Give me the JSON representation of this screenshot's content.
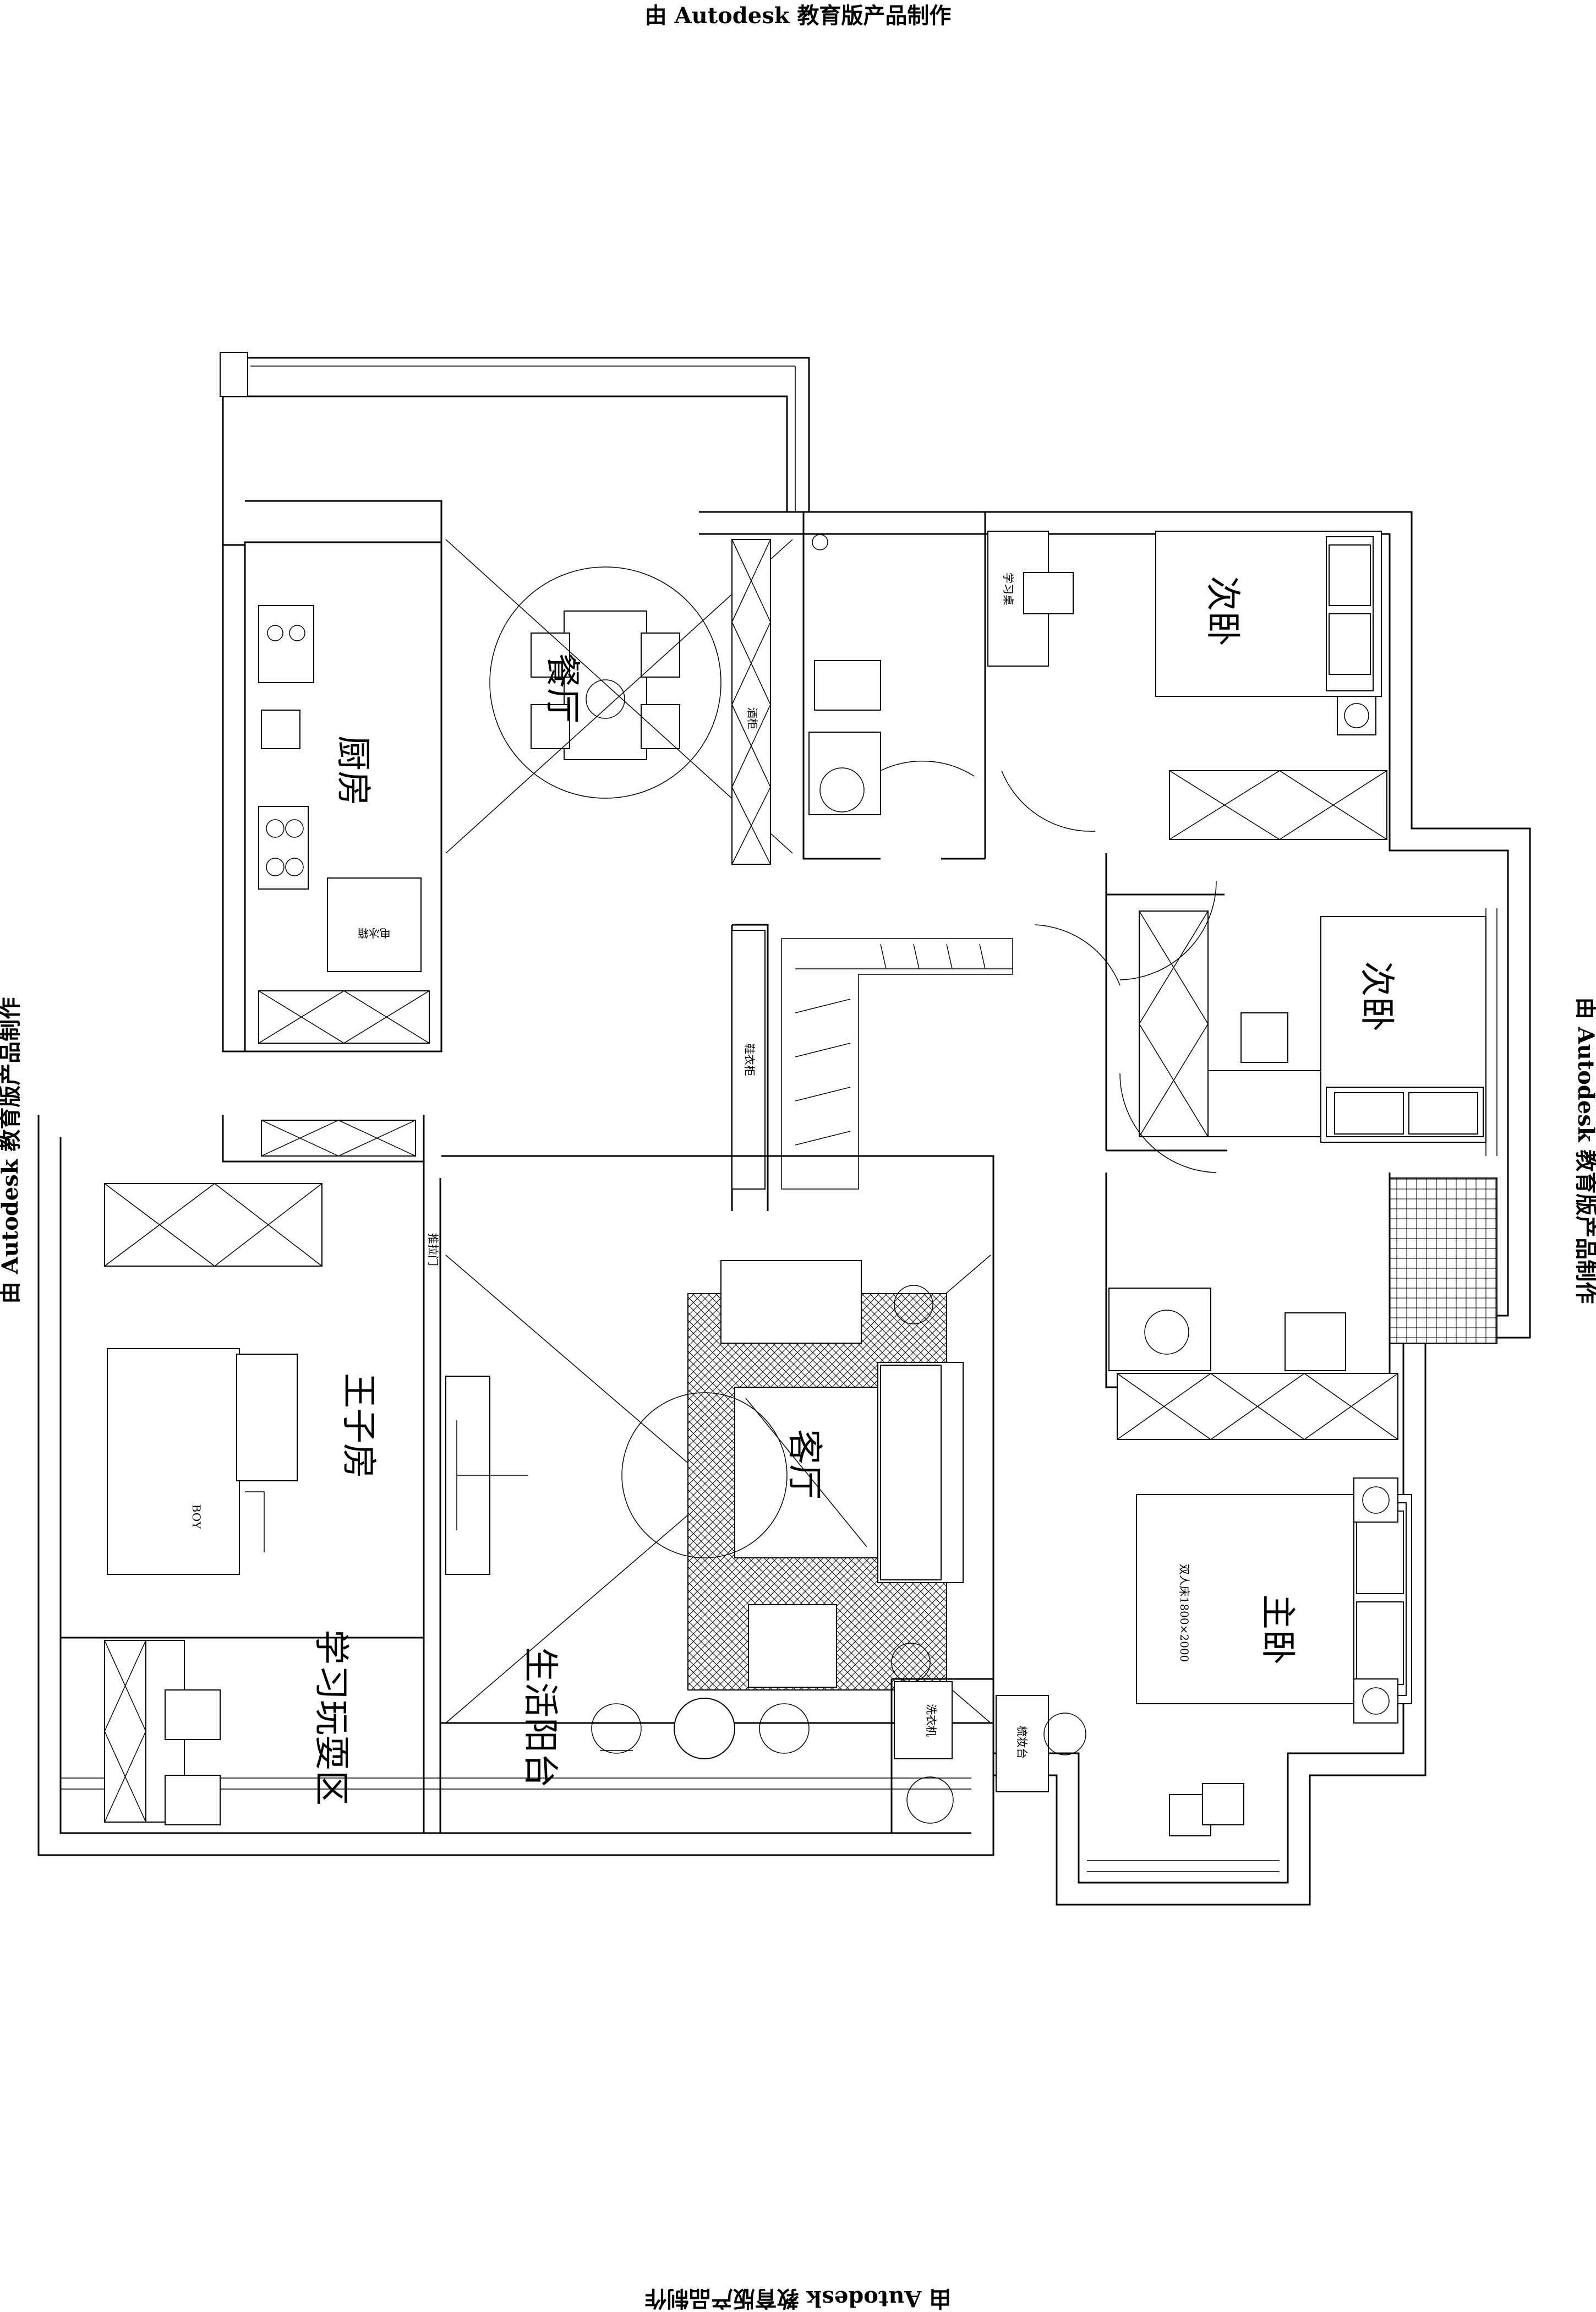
{
  "watermarks": {
    "top": "由 Autodesk 教育版产品制作",
    "bottom": "由 Autodesk 教育版产品制作",
    "left": "由 Autodesk 教育版产品制作",
    "right": "由 Autodesk 教育版产品制作"
  },
  "rooms": {
    "kitchen": "厨房",
    "dining": "餐厅",
    "second_bedroom_top": "次卧",
    "second_bedroom_mid": "次卧",
    "prince_room": "王子房",
    "living_room": "客厅",
    "study_play": "学习玩耍区",
    "life_balcony": "生活阳台",
    "master_bedroom": "主卧"
  },
  "labels": {
    "wine_cabinet": "酒柜",
    "desk": "学习桌",
    "fridge": "电冰箱",
    "shoe_cabinet": "鞋衣柜",
    "sliding_door": "推拉门",
    "washer": "洗衣机",
    "dresser": "梳妆台",
    "bed_size": "双人床1800×2000",
    "boy_toy": "BOY"
  }
}
